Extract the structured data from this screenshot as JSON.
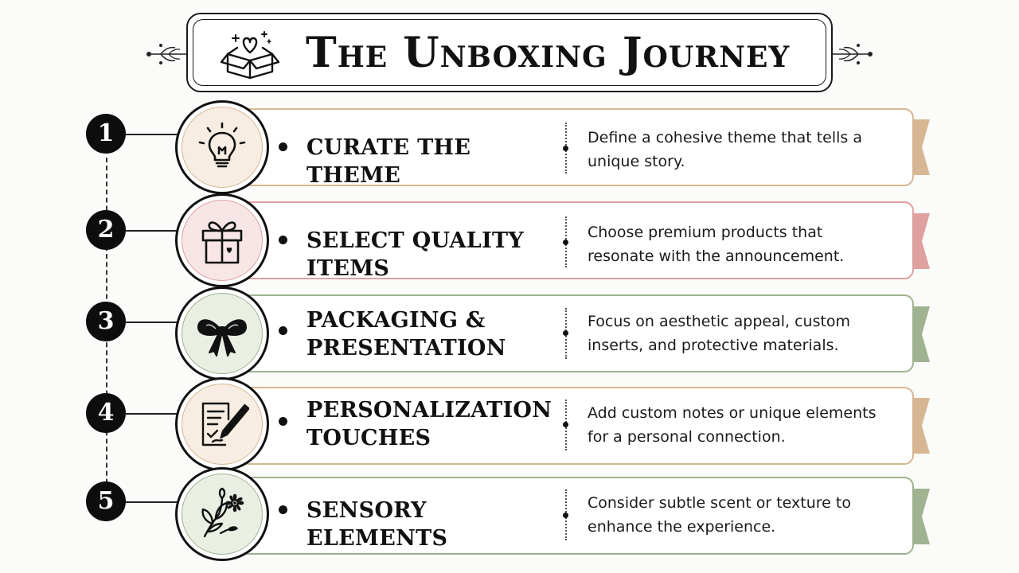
{
  "title": "The Unboxing Journey",
  "icons": {
    "title": "open-box-heart-icon",
    "flourish": "floral-flourish-icon"
  },
  "colors": {
    "tan": "#d6b792",
    "rose": "#dfa0a0",
    "sage": "#9fb390",
    "ink": "#111111"
  },
  "steps": [
    {
      "number": "1",
      "title": "Curate the Theme",
      "description": "Define a cohesive theme that tells a unique story.",
      "icon": "lightbulb-icon",
      "accent": "tan"
    },
    {
      "number": "2",
      "title": "Select Quality Items",
      "description": "Choose premium products that resonate with the announcement.",
      "icon": "gift-box-icon",
      "accent": "rose"
    },
    {
      "number": "3",
      "title": "Packaging & Presentation",
      "description": "Focus on aesthetic appeal, custom inserts, and protective materials.",
      "icon": "bow-icon",
      "accent": "sage"
    },
    {
      "number": "4",
      "title": "Personalization Touches",
      "description": "Add custom notes or unique elements for a personal connection.",
      "icon": "note-pen-icon",
      "accent": "tan"
    },
    {
      "number": "5",
      "title": "Sensory Elements",
      "description": "Consider subtle scent or texture to enhance the experience.",
      "icon": "flower-leaf-icon",
      "accent": "sage"
    }
  ]
}
